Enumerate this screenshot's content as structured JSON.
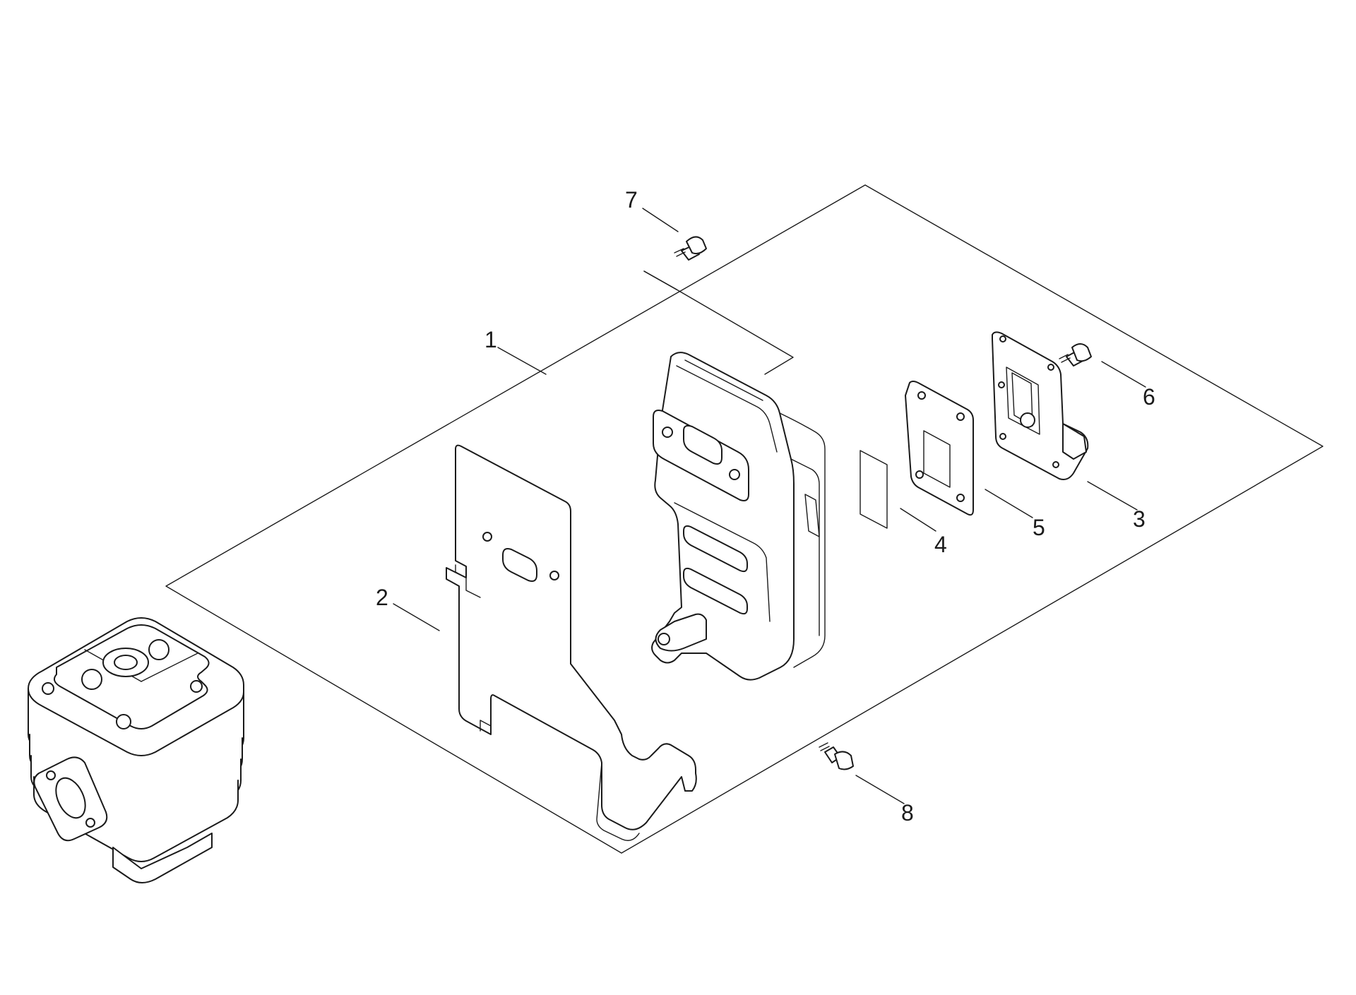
{
  "diagram": {
    "type": "exploded-parts-diagram",
    "line_color": "#1a1a1a",
    "background": "#ffffff",
    "callouts": [
      {
        "id": "c1",
        "label": "1",
        "part": "muffler-assembly"
      },
      {
        "id": "c2",
        "label": "2",
        "part": "heat-shield"
      },
      {
        "id": "c3",
        "label": "3",
        "part": "spark-arrestor-cover"
      },
      {
        "id": "c4",
        "label": "4",
        "part": "spark-arrestor-screen"
      },
      {
        "id": "c5",
        "label": "5",
        "part": "gasket"
      },
      {
        "id": "c6",
        "label": "6",
        "part": "screw"
      },
      {
        "id": "c7",
        "label": "7",
        "part": "bolt"
      },
      {
        "id": "c8",
        "label": "8",
        "part": "bolt"
      }
    ]
  }
}
